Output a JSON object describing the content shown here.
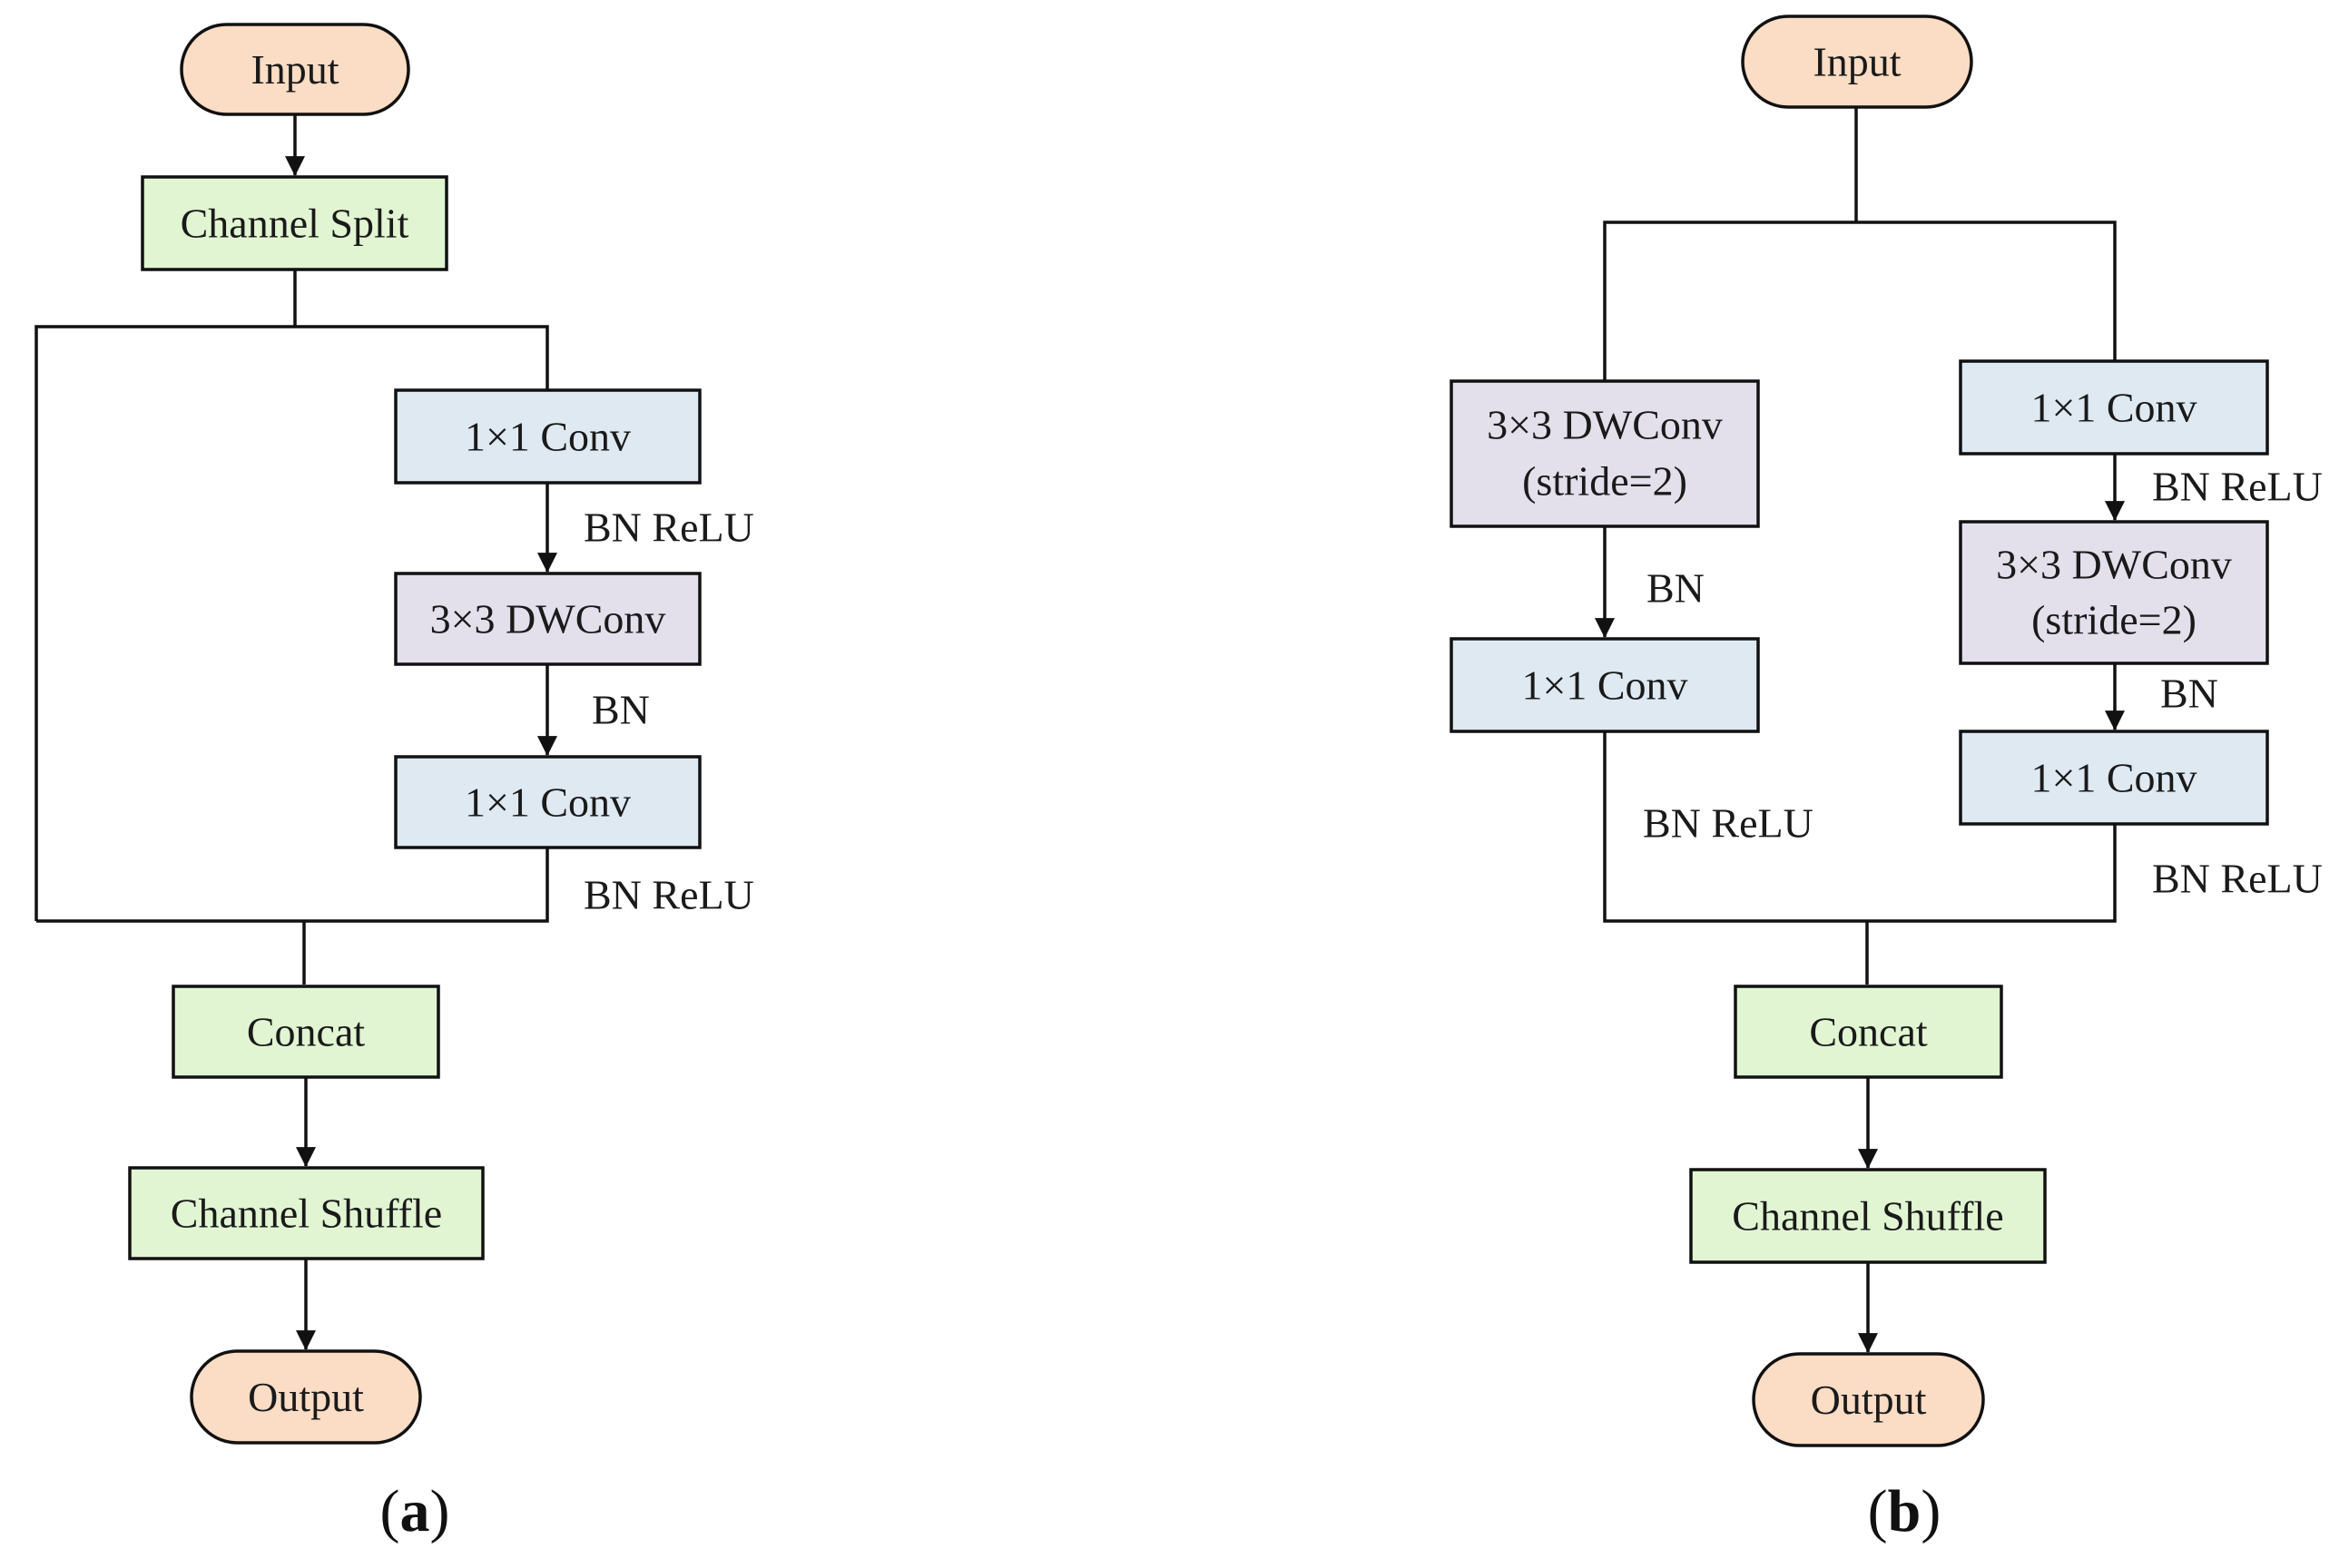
{
  "colors": {
    "terminal_fill": "#fbdcc4",
    "op_green": "#e1f5d2",
    "conv_blue": "#dfe9f2",
    "dwconv_purple": "#e3e0ec",
    "line": "#111111"
  },
  "a": {
    "input": "Input",
    "channel_split": "Channel Split",
    "conv1": "1×1 Conv",
    "bn_relu_1": "BN ReLU",
    "dwconv": "3×3 DWConv",
    "bn": "BN",
    "conv2": "1×1 Conv",
    "bn_relu_2": "BN ReLU",
    "concat": "Concat",
    "channel_shuffle": "Channel Shuffle",
    "output": "Output",
    "caption_open": "(",
    "caption_letter": "a",
    "caption_close": ")"
  },
  "b": {
    "input": "Input",
    "left_dwconv_line1": "3×3 DWConv",
    "left_dwconv_line2": "(stride=2)",
    "left_bn": "BN",
    "left_conv": "1×1 Conv",
    "left_bn_relu": "BN ReLU",
    "right_conv1": "1×1 Conv",
    "right_bn_relu_1": "BN ReLU",
    "right_dwconv_line1": "3×3 DWConv",
    "right_dwconv_line2": "(stride=2)",
    "right_bn": "BN",
    "right_conv2": "1×1 Conv",
    "right_bn_relu_2": "BN ReLU",
    "concat": "Concat",
    "channel_shuffle": "Channel Shuffle",
    "output": "Output",
    "caption_open": "(",
    "caption_letter": "b",
    "caption_close": ")"
  }
}
